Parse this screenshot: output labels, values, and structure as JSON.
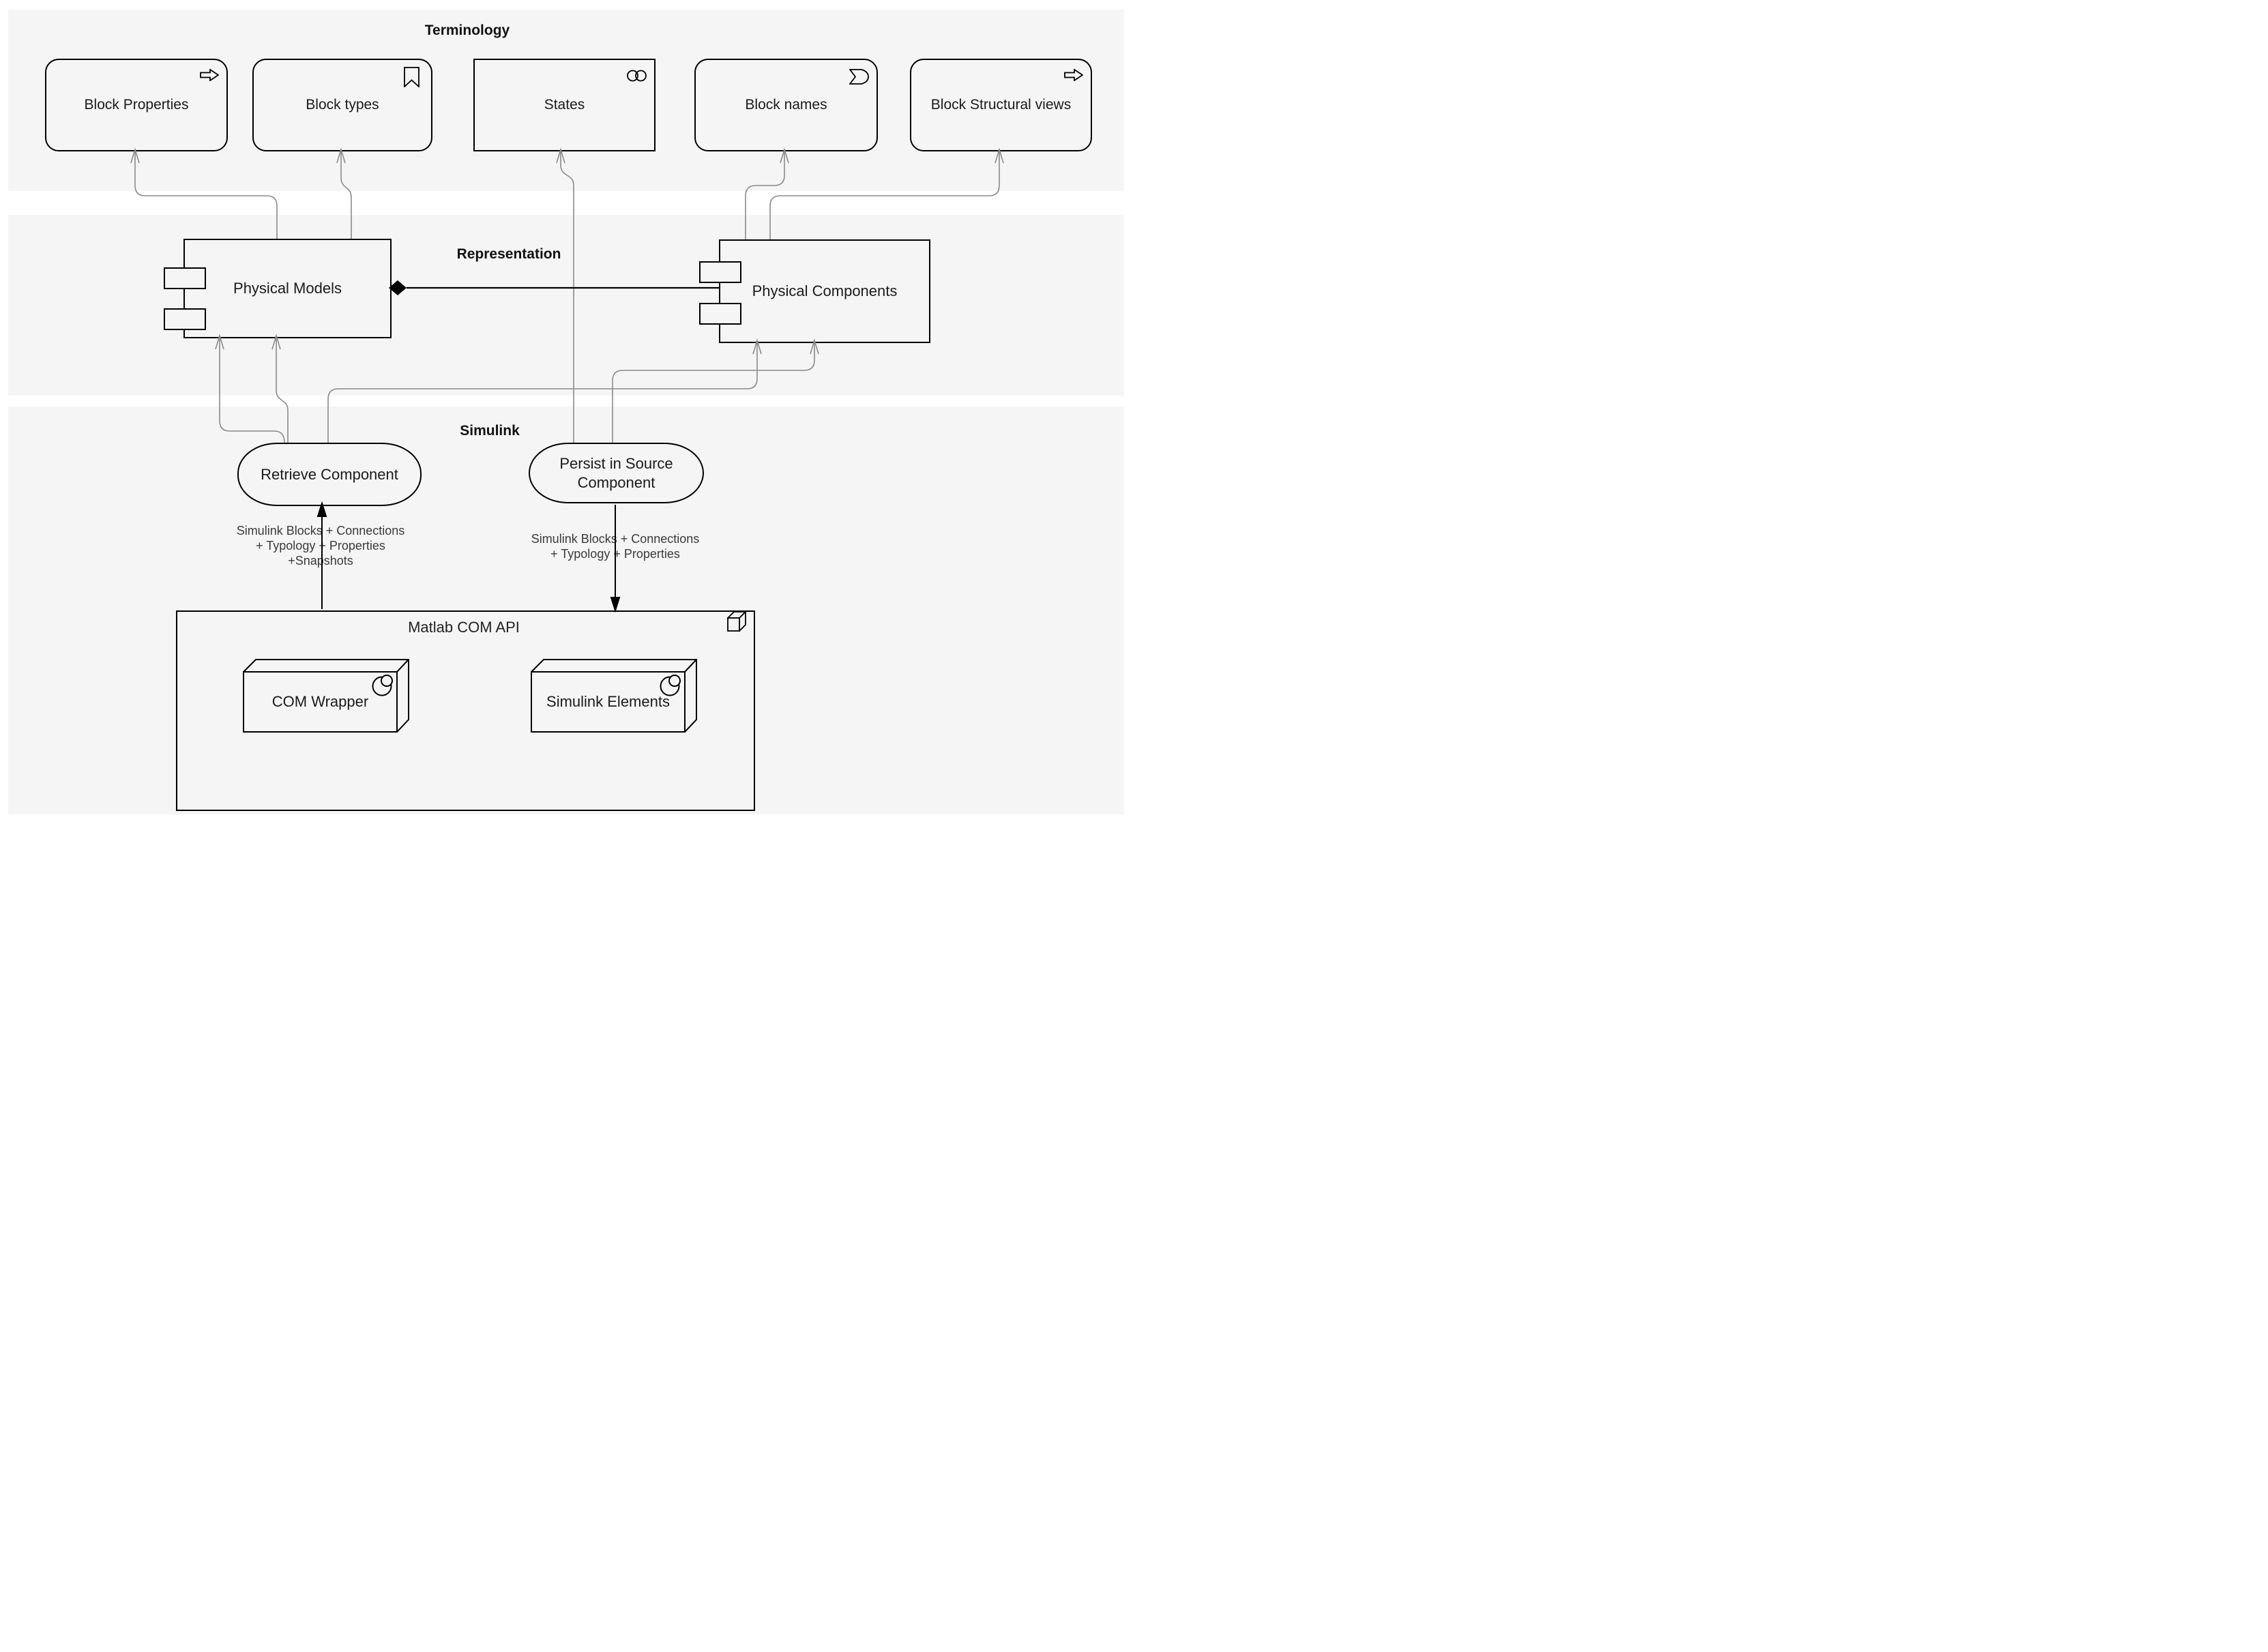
{
  "colors": {
    "band_fill": "#f5f5f5",
    "stroke": "#000000",
    "connector": "#8a8a8a",
    "edge_label_text": "#3a3a3a"
  },
  "bands": {
    "terminology": {
      "title": "Terminology"
    },
    "representation": {
      "title": "Representation"
    },
    "simulink": {
      "title": "Simulink"
    }
  },
  "terminology": {
    "boxes": [
      {
        "label": "Block Properties",
        "icon": "arrow-right-icon"
      },
      {
        "label": "Block types",
        "icon": "bookmark-icon"
      },
      {
        "label": "States",
        "icon": "double-circle-icon"
      },
      {
        "label": "Block names",
        "icon": "pennant-icon"
      },
      {
        "label": "Block Structural views",
        "icon": "arrow-right-icon"
      }
    ]
  },
  "representation": {
    "components": [
      {
        "label": "Physical Models"
      },
      {
        "label": "Physical Components"
      }
    ]
  },
  "simulink": {
    "processes": [
      {
        "label": "Retrieve Component"
      },
      {
        "label": "Persist in Source Component"
      }
    ],
    "edge_labels": {
      "retrieve_lines": [
        "Simulink Blocks + Connections",
        "+ Typology + Properties",
        "+Snapshots"
      ],
      "persist_lines": [
        "Simulink Blocks + Connections",
        "+ Typology + Properties"
      ]
    },
    "api": {
      "title": "Matlab COM API",
      "nodes": [
        {
          "label": "COM Wrapper"
        },
        {
          "label": "Simulink Elements"
        }
      ]
    }
  }
}
